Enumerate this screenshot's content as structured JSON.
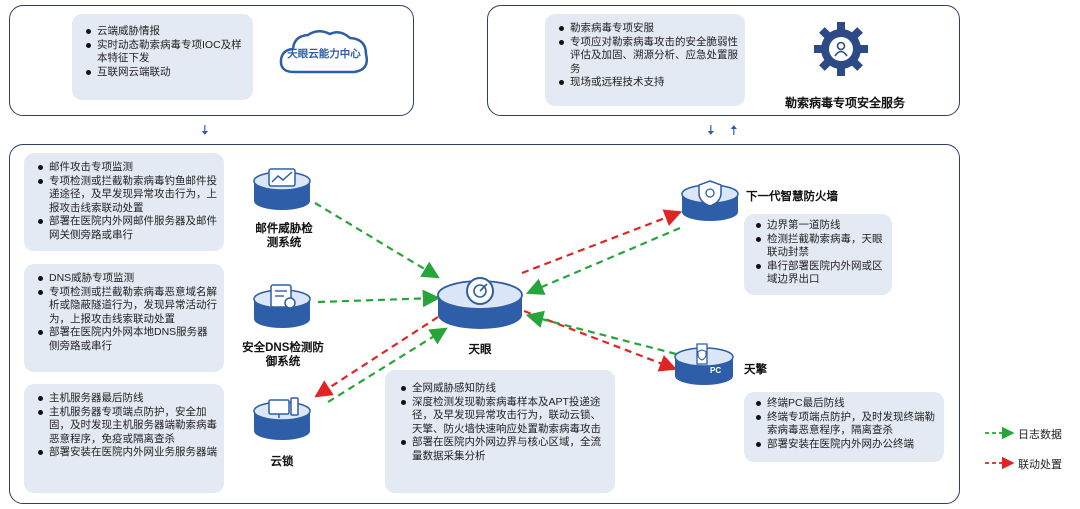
{
  "cloud_center": {
    "title": "天眼云能力中心",
    "items": [
      "云端威胁情报",
      "实时动态勒索病毒专项IOC及样本特征下发",
      "互联网云端联动"
    ]
  },
  "ransomware_service": {
    "title": "勒索病毒专项安全服务",
    "items": [
      "勒索病毒专项安服",
      "专项应对勒索病毒攻击的安全脆弱性评估及加固、溯源分析、应急处置服务",
      "现场或远程技术支持"
    ]
  },
  "email": {
    "label": "邮件威胁检测系统",
    "items": [
      "邮件攻击专项监测",
      "专项检测或拦截勒索病毒钓鱼邮件投递途径，及早发现异常攻击行为，上报攻击线索联动处置",
      "部署在医院内外网邮件服务器及邮件网关侧旁路或串行"
    ]
  },
  "dns": {
    "label": "安全DNS检测防御系统",
    "items": [
      "DNS威胁专项监测",
      "专项检测或拦截勒索病毒恶意域名解析或隐蔽隧道行为，发现异常活动行为，上报攻击线索联动处置",
      "部署在医院内外网本地DNS服务器侧旁路或串行"
    ]
  },
  "host": {
    "label": "云锁",
    "items": [
      "主机服务器最后防线",
      "主机服务器专项端点防护，安全加固，及时发现主机服务器端勒索病毒恶意程序，免疫或隔离查杀",
      "部署安装在医院内外网业务服务器端"
    ]
  },
  "skyeye": {
    "label": "天眼",
    "items": [
      "全网威胁感知防线",
      "深度检测发现勒索病毒样本及APT投递途径，及早发现异常攻击行为，联动云锁、天擎、防火墙快速响应处置勒索病毒攻击",
      "部署在医院内外网边界与核心区域，全流量数据采集分析"
    ]
  },
  "firewall": {
    "label": "下一代智慧防火墙",
    "items": [
      "边界第一道防线",
      "检测拦截勒索病毒，天眼联动封禁",
      "串行部署医院内外网或区域边界出口"
    ]
  },
  "tianqing": {
    "label": "天擎",
    "icon_text": "PC",
    "items": [
      "终端PC最后防线",
      "终端专项端点防护，及时发现终端勒索病毒恶意程序，隔离查杀",
      "部署安装在医院内外网办公终端"
    ]
  },
  "legend": [
    {
      "label": "日志数据",
      "color": "#27a43a"
    },
    {
      "label": "联动处置",
      "color": "#e02424"
    }
  ],
  "colors": {
    "frame": "#2d3f6b",
    "card": "#e4eaf4",
    "accent": "#2e5ea8",
    "green": "#27a43a",
    "red": "#e02424"
  }
}
